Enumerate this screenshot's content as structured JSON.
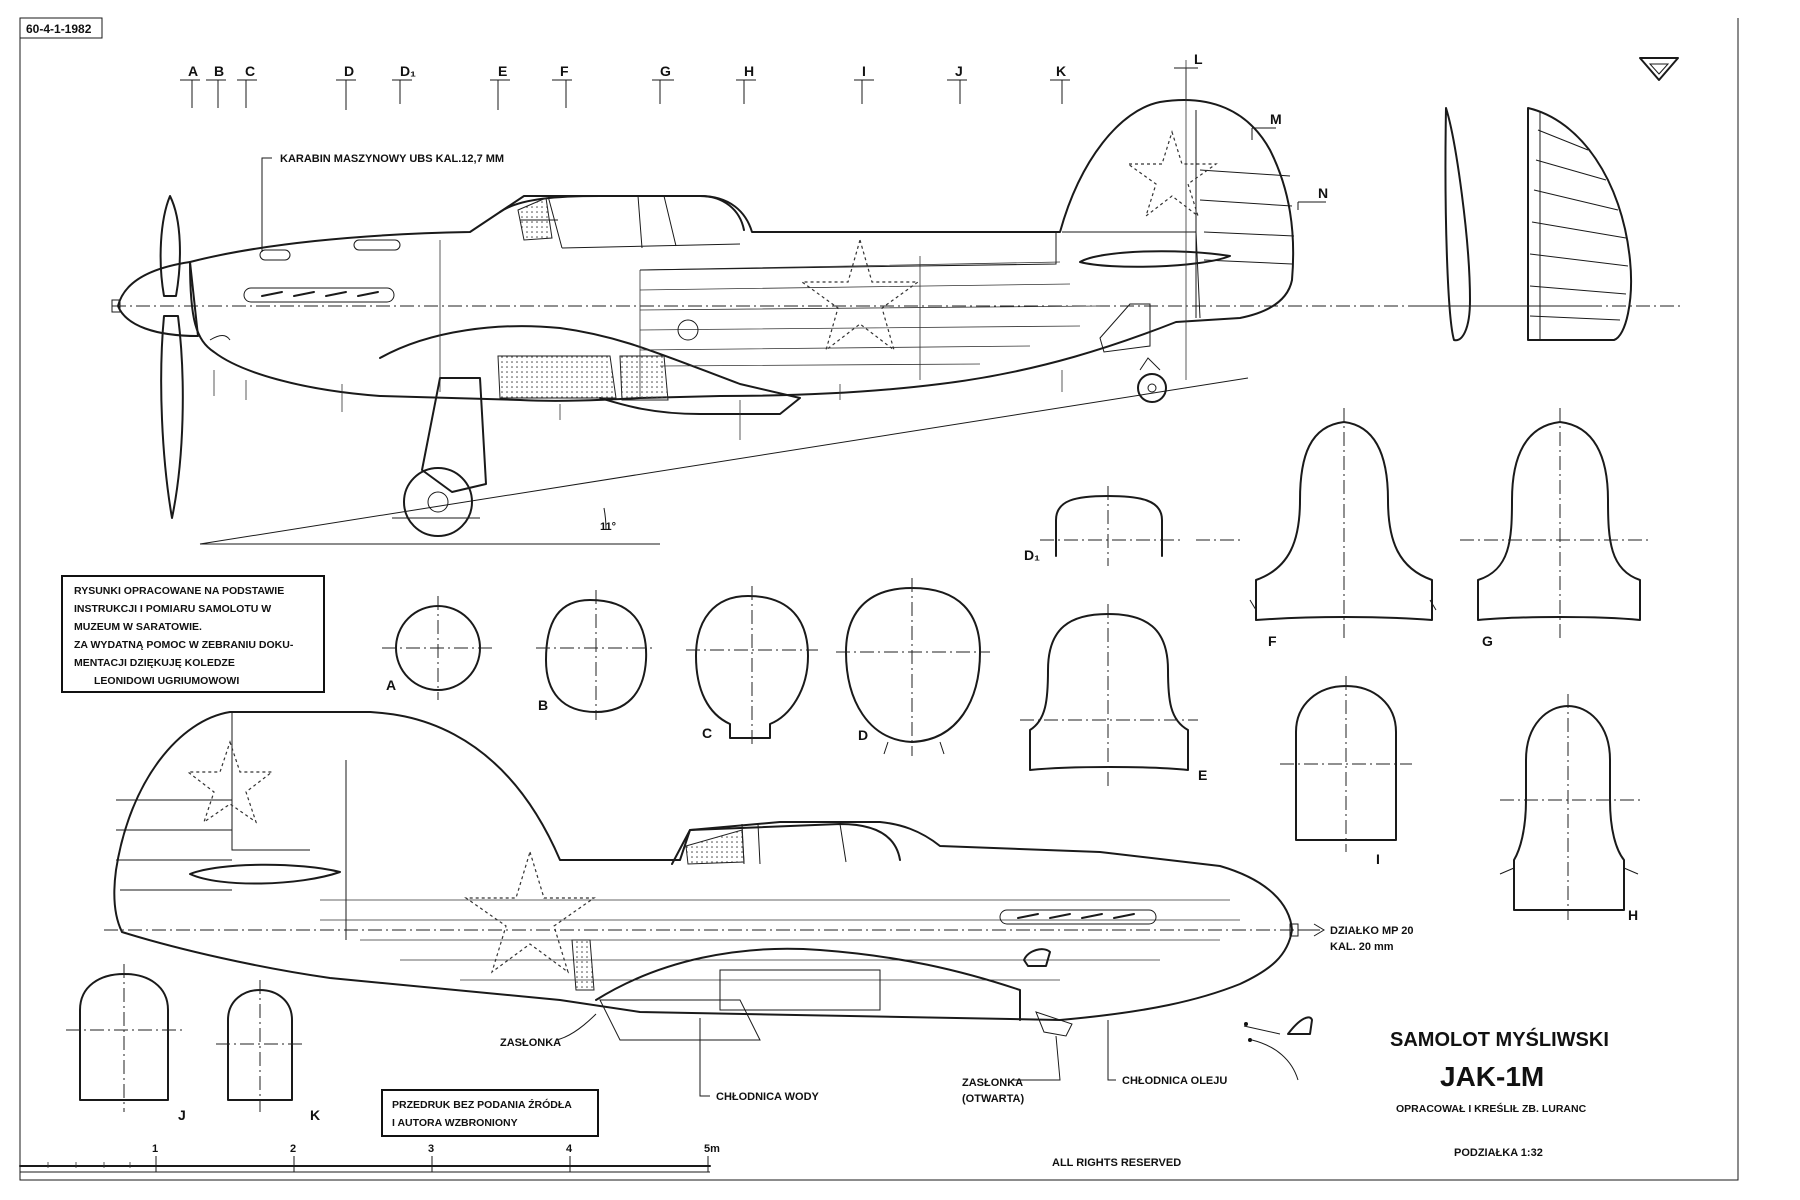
{
  "drawing_code": "60-4-1-1982",
  "section_letters_top": [
    "A",
    "B",
    "C",
    "D",
    "D₁",
    "E",
    "F",
    "G",
    "H",
    "I",
    "J",
    "K",
    "L",
    "M",
    "N"
  ],
  "callouts": {
    "machine_gun": "KARABIN MASZYNOWY UBS KAL.12,7 MM",
    "cannon_line1": "DZIAŁKO MP 20",
    "cannon_line2": "KAL. 20 mm",
    "flap_left": "ZASŁONKA",
    "water_radiator": "CHŁODNICA WODY",
    "flap_open_line1": "ZASŁONKA",
    "flap_open_line2": "(OTWARTA)",
    "oil_radiator": "CHŁODNICA OLEJU",
    "angle": "11°"
  },
  "notes_box": {
    "lines": [
      "RYSUNKI OPRACOWANE NA PODSTAWIE",
      "INSTRUKCJI I POMIARU SAMOLOTU W",
      "MUZEUM W SARATOWIE.",
      "ZA WYDATNĄ POMOC W ZEBRANIU DOKU-",
      "MENTACJI DZIĘKUJĘ KOLEDZE",
      "LEONIDOWI UGRIUMOWOWI"
    ]
  },
  "copyright_box": {
    "lines": [
      "PRZEDRUK BEZ PODANIA ŹRÓDŁA",
      "I AUTORA WZBRONIONY"
    ]
  },
  "section_labels": {
    "A": "A",
    "B": "B",
    "C": "C",
    "D": "D",
    "D1": "D₁",
    "E": "E",
    "F": "F",
    "G": "G",
    "H": "H",
    "I": "I",
    "J": "J",
    "K": "K"
  },
  "title": {
    "line1": "SAMOLOT MYŚLIWSKI",
    "line2": "JAK-1M",
    "author": "OPRACOWAŁ I KREŚLIŁ ZB. LURANC",
    "scale": "PODZIAŁKA 1:32"
  },
  "scale_bar": {
    "ticks": [
      "1",
      "2",
      "3",
      "4",
      "5m"
    ]
  },
  "footer": "ALL RIGHTS RESERVED"
}
